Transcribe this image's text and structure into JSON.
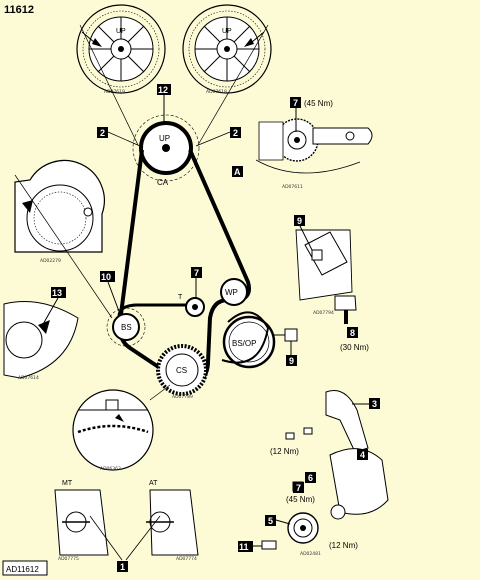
{
  "page_code": "11612",
  "footer_code": "AD11612",
  "pulleys": {
    "upper_left_cam_label": "UP",
    "upper_right_cam_label": "UP",
    "center_cam_label": "UP",
    "center_cam_sublabel": "CA",
    "water_pump": "WP",
    "tensioner": "T",
    "balance_shaft": "BS",
    "balance_oil_pump": "BS/OP",
    "crankshaft": "CS"
  },
  "callouts": {
    "n2_left": "2",
    "n2_right": "2",
    "n12": "12",
    "nA": "A",
    "n7_top": "7",
    "n7_mid": "7",
    "n7_low": "7",
    "n9_top": "9",
    "n9_mid": "9",
    "n8": "8",
    "n10": "10",
    "n13": "13",
    "n3": "3",
    "n4": "4",
    "n6": "6",
    "n5": "5",
    "n11": "11",
    "n1": "1"
  },
  "torques": {
    "t7_top": "(45 Nm)",
    "t8": "(30 Nm)",
    "t3": "(12 Nm)",
    "t7_low": "(45 Nm)",
    "t5": "(12 Nm)"
  },
  "transmission": {
    "mt": "MT",
    "at": "AT"
  },
  "ref_codes": {
    "r1": "AD07619",
    "r2": "AD07618",
    "r3": "AD07611",
    "r4": "AD02279",
    "r5": "AD07614",
    "r6": "AD07794",
    "r7": "AD07789",
    "r8": "AD06363",
    "r9": "AD07775",
    "r10": "AD07774",
    "r11": "AD02481"
  }
}
